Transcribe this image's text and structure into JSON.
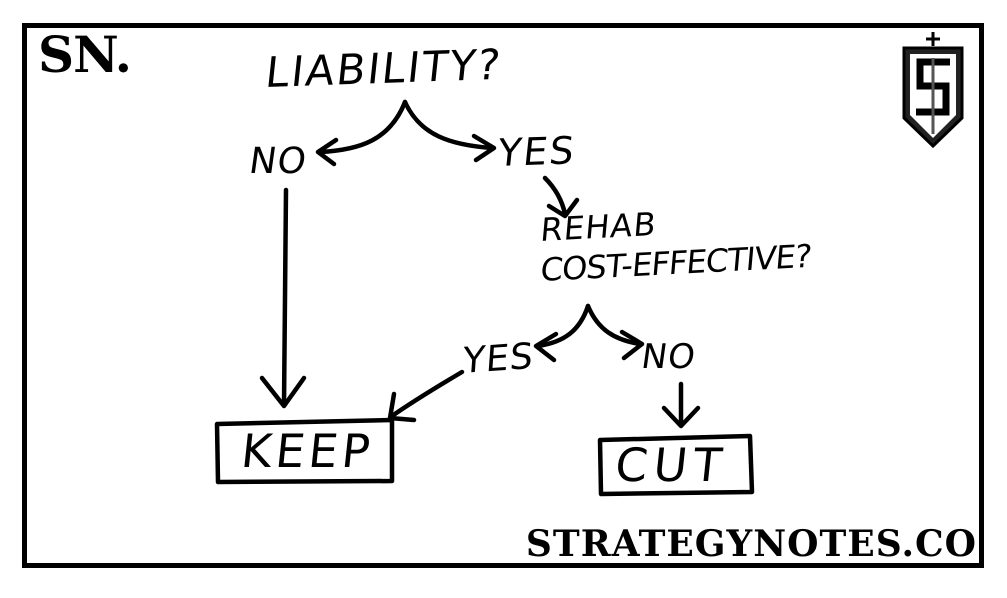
{
  "brand": {
    "short": "SN.",
    "site": "STRATEGYNOTES.CO"
  },
  "nodes": {
    "q1": "LIABILITY?",
    "no1": "NO",
    "yes1": "YES",
    "q2_line1": "REHAB",
    "q2_line2": "COST-EFFECTIVE?",
    "yes2": "YES",
    "no2": "NO",
    "keep": "KEEP",
    "cut": "CUT"
  },
  "colors": {
    "ink": "#000000",
    "background": "#ffffff"
  },
  "icons": {
    "logo": "sn-shield-logo-icon"
  }
}
